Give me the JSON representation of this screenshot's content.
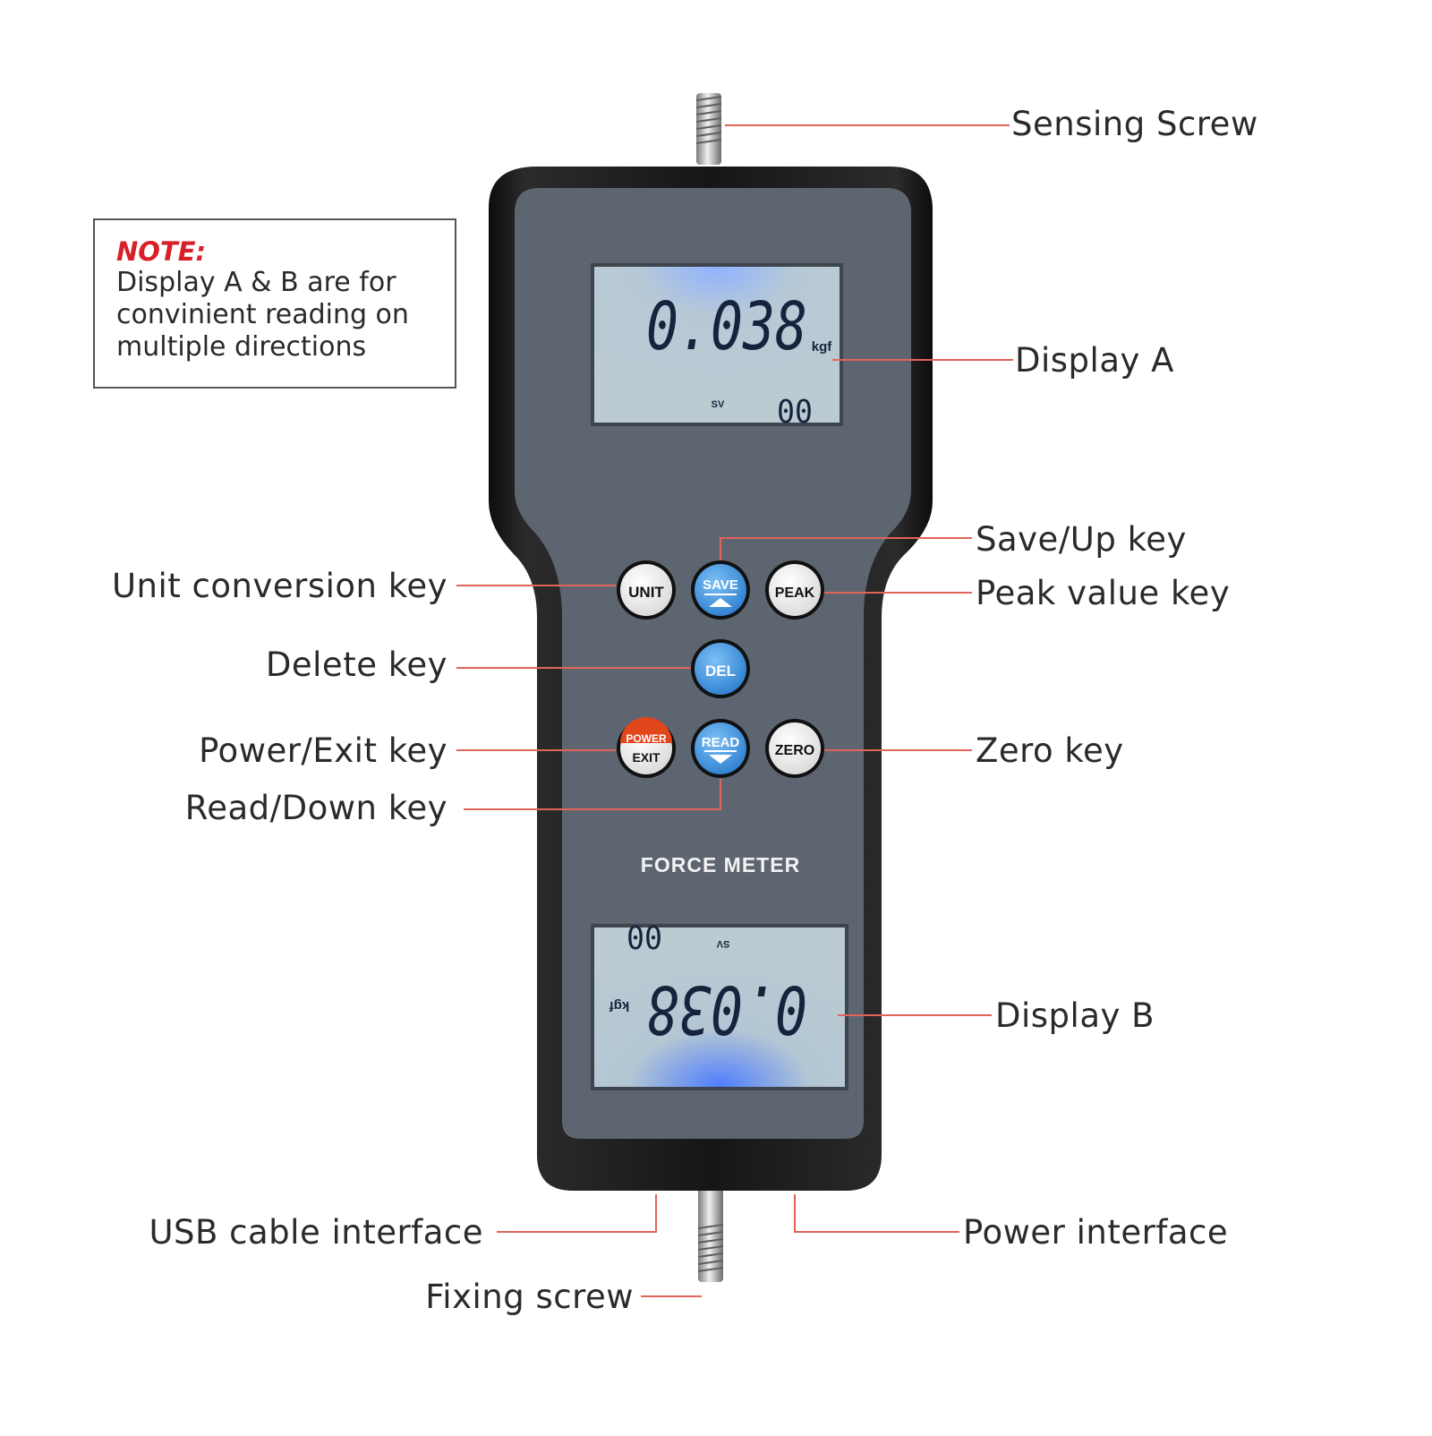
{
  "note": {
    "title": "NOTE:",
    "body": "Display A & B are for convinient reading on multiple directions"
  },
  "device": {
    "brand_label": "FORCE METER",
    "display_a": {
      "reading": "0.038",
      "unit": "kgf",
      "mode": "SV",
      "index": "00"
    },
    "display_b": {
      "reading": "0.038",
      "unit": "kgf",
      "mode": "SV",
      "index": "00"
    },
    "keys": {
      "unit": "UNIT",
      "save": "SAVE",
      "peak": "PEAK",
      "del": "DEL",
      "power": "POWER",
      "exit": "EXIT",
      "read": "READ",
      "zero": "ZERO"
    }
  },
  "callouts": {
    "sensing_screw": "Sensing Screw",
    "display_a": "Display A",
    "save_up_key": "Save/Up key",
    "peak_value_key": "Peak value key",
    "unit_conversion_key": "Unit conversion key",
    "delete_key": "Delete key",
    "power_exit_key": "Power/Exit key",
    "zero_key": "Zero key",
    "read_down_key": "Read/Down key",
    "display_b": "Display B",
    "usb_cable_interface": "USB cable interface",
    "power_interface": "Power interface",
    "fixing_screw": "Fixing screw"
  },
  "colors": {
    "leader_line": "#e0645a",
    "housing": "#141414",
    "faceplate": "#5d6670",
    "lcd": "#b9c9cf",
    "lcd_digits": "#17233d",
    "key_blue": "#3f8fd8",
    "key_white": "#f4f4f4",
    "key_power_red": "#e2461b",
    "note_red": "#d8202a"
  }
}
